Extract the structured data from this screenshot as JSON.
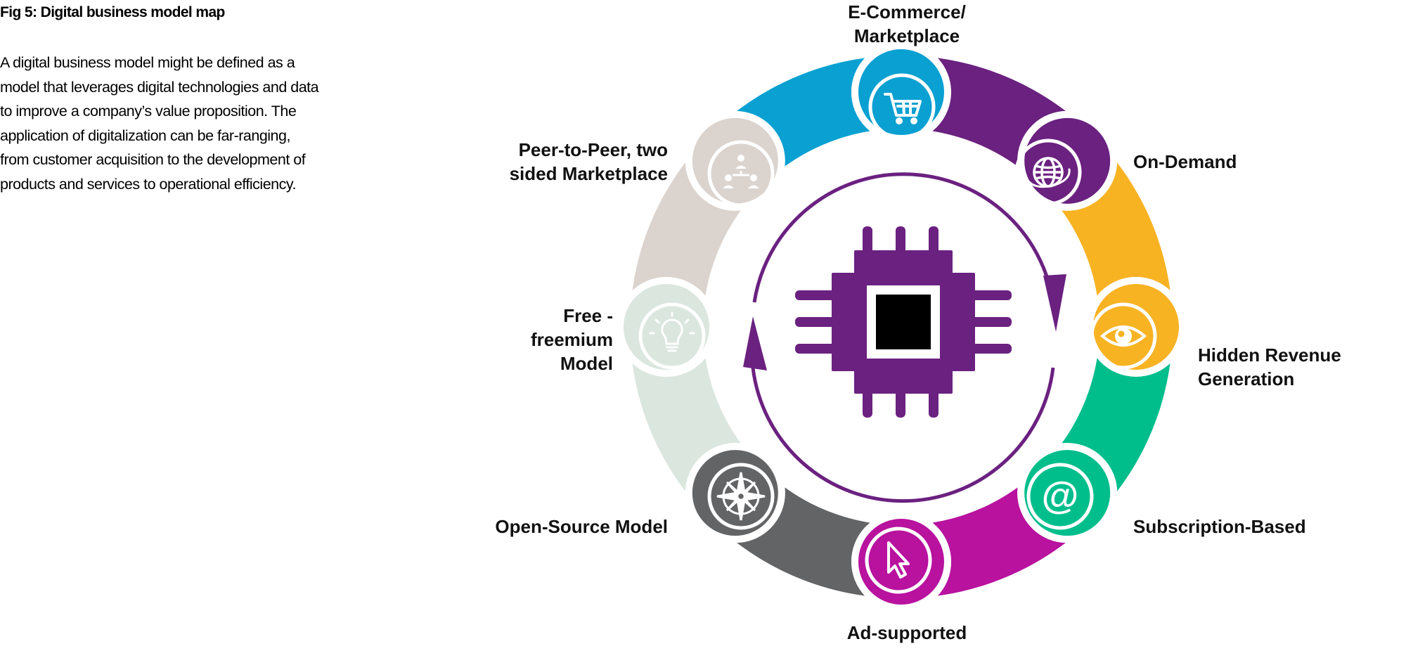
{
  "figure": {
    "title": "Fig 5: Digital business model map",
    "description_lines": [
      "A digital business model might be defined as a",
      "model that leverages digital technologies and data",
      "to improve a company’s value proposition. The",
      "application of digitalization can be far-ranging,",
      "from customer acquisition to the development of",
      "products and services to operational efficiency."
    ]
  },
  "segments": [
    {
      "id": "ecommerce",
      "label_lines": [
        "E-Commerce/",
        "Marketplace"
      ],
      "color": "#0AA0D2",
      "icon": "shopping-cart-icon"
    },
    {
      "id": "on-demand",
      "label_lines": [
        "On-Demand"
      ],
      "color": "#6B2180",
      "icon": "globe-icon"
    },
    {
      "id": "hidden-revenue",
      "label_lines": [
        "Hidden Revenue",
        "Generation"
      ],
      "color": "#F8B323",
      "icon": "eye-icon"
    },
    {
      "id": "subscription",
      "label_lines": [
        "Subscription-Based"
      ],
      "color": "#00BE8C",
      "icon": "at-sign-icon"
    },
    {
      "id": "ad-supported",
      "label_lines": [
        "Ad-supported"
      ],
      "color": "#B8129F",
      "icon": "cursor-icon"
    },
    {
      "id": "open-source",
      "label_lines": [
        "Open-Source Model"
      ],
      "color": "#636466",
      "icon": "compass-icon"
    },
    {
      "id": "freemium",
      "label_lines": [
        "Free -",
        "freemium",
        "Model"
      ],
      "color": "#DAE6DE",
      "icon": "lightbulb-icon"
    },
    {
      "id": "peer-to-peer",
      "label_lines": [
        "Peer-to-Peer, two",
        "sided Marketplace"
      ],
      "color": "#DBD3CE",
      "icon": "network-people-icon"
    }
  ],
  "center": {
    "icon": "microchip-icon",
    "arrow_icon": "cycle-arrows-icon",
    "accent_color": "#6B2180"
  }
}
